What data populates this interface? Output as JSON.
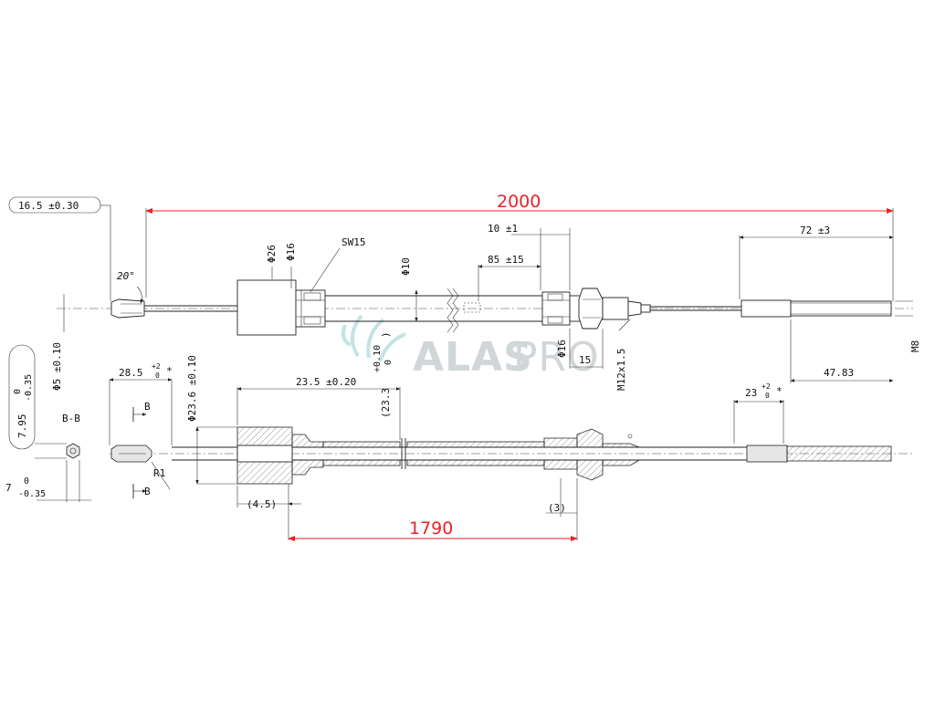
{
  "dimensions": {
    "overall_length": "2000",
    "sleeve_length": "1790",
    "left_offset": "16.5 ±0.30",
    "angle": "20°",
    "d26": "Φ26",
    "d16": "Φ16",
    "wrench": "SW15",
    "d10": "Φ10",
    "ten": "10 ±1",
    "eighty_five": "85 ±15",
    "seventy_two": "72 ±3",
    "m8": "M8",
    "d16_right": "Φ16",
    "fifteen": "15",
    "m12": "M12x1.5",
    "forty_seven": "47.83",
    "twenty_three_right": "23",
    "twenty_three_right_tol": "+2",
    "twenty_three_right_tol_low": "0",
    "d5": "Φ5 ±0.10",
    "seven_95": "7.95",
    "seven_95_tol_hi": "0",
    "seven_95_tol_lo": "-0.35",
    "twenty_eight": "28.5",
    "twenty_eight_tol_hi": "+2",
    "twenty_eight_tol_lo": "0",
    "star": "*",
    "d23_6": "Φ23.6 ±0.10",
    "twenty_three_five": "23.5 ±0.20",
    "twenty_three_three": "(23.3",
    "twenty_three_three_tol_hi": "+0.10",
    "twenty_three_three_tol_lo": "0",
    "paren_close": ")",
    "four_five": "(4.5)",
    "three": "(3)",
    "r1": "R1",
    "section": "B-B",
    "b_top": "B",
    "b_bottom": "B",
    "seven": "7",
    "seven_tol_hi": "0",
    "seven_tol_lo": "-0.35"
  },
  "watermark": {
    "brand_bold": "ALAS",
    "brand_light": "PRO"
  },
  "colors": {
    "accent": "#e8242b",
    "line": "#222222",
    "watermark": "#c9cfd3"
  }
}
